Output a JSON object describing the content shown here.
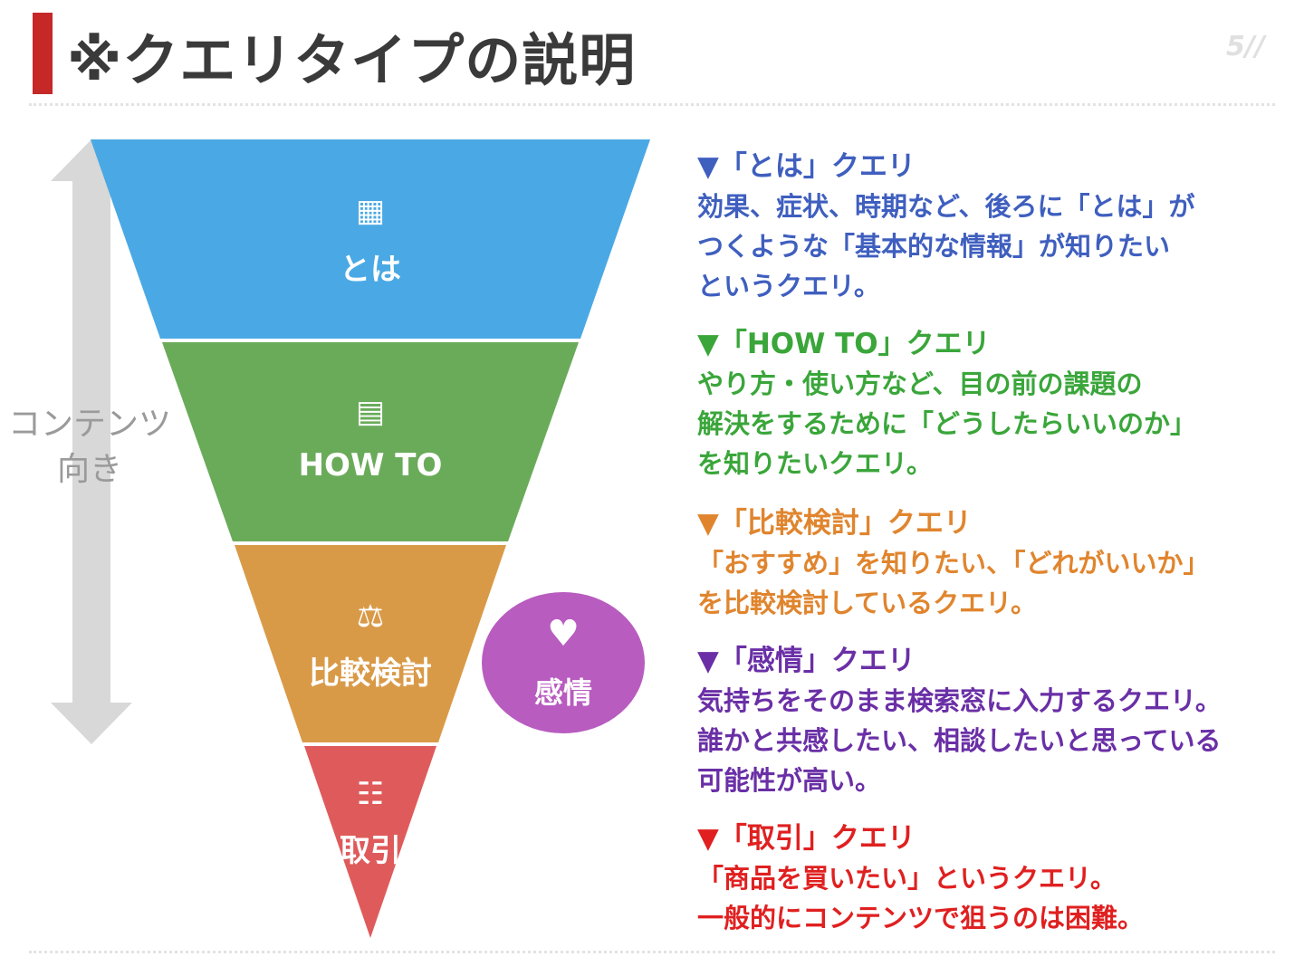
{
  "header": {
    "title": "※クエリタイプの説明",
    "page_number": "5//"
  },
  "diagram": {
    "side_label": [
      "コンテンツ",
      "向き"
    ],
    "layers": [
      {
        "key": "toha",
        "label": "とは",
        "icon": "book-icon",
        "color": "#4aa9e4"
      },
      {
        "key": "howto",
        "label": "HOW TO",
        "icon": "document-icon",
        "color": "#6aab5a"
      },
      {
        "key": "hikaku",
        "label": "比較検討",
        "icon": "scale-icon",
        "color": "#d99a48"
      },
      {
        "key": "torihiki",
        "label": "取引",
        "icon": "cart-icon",
        "color": "#df5b5b"
      }
    ],
    "emotion": {
      "label": "感情",
      "icon": "heart-icon",
      "color": "#b85cc0"
    },
    "arrow_color": "#d8d8d8"
  },
  "descriptions": [
    {
      "color": "#3f5fbf",
      "heading": "▼「とは」クエリ",
      "lines": [
        "効果、症状、時期など、後ろに「とは」が",
        "つくような「基本的な情報」が知りたい",
        "というクエリ。"
      ]
    },
    {
      "color": "#3aa63a",
      "heading": "▼「HOW TO」クエリ",
      "lines": [
        "やり方・使い方など、目の前の課題の",
        "解決をするために「どうしたらいいのか」",
        "を知りたいクエリ。"
      ]
    },
    {
      "color": "#e0852e",
      "heading": "▼「比較検討」クエリ",
      "lines": [
        "「おすすめ」を知りたい、「どれがいいか」",
        "を比較検討しているクエリ。"
      ]
    },
    {
      "color": "#6a2fa6",
      "heading": "▼「感情」クエリ",
      "lines": [
        "気持ちをそのまま検索窓に入力するクエリ。",
        "誰かと共感したい、相談したいと思っている",
        "可能性が高い。"
      ]
    },
    {
      "color": "#e02020",
      "heading": "▼「取引」クエリ",
      "lines": [
        "「商品を買いたい」というクエリ。",
        "一般的にコンテンツで狙うのは困難。"
      ]
    }
  ]
}
